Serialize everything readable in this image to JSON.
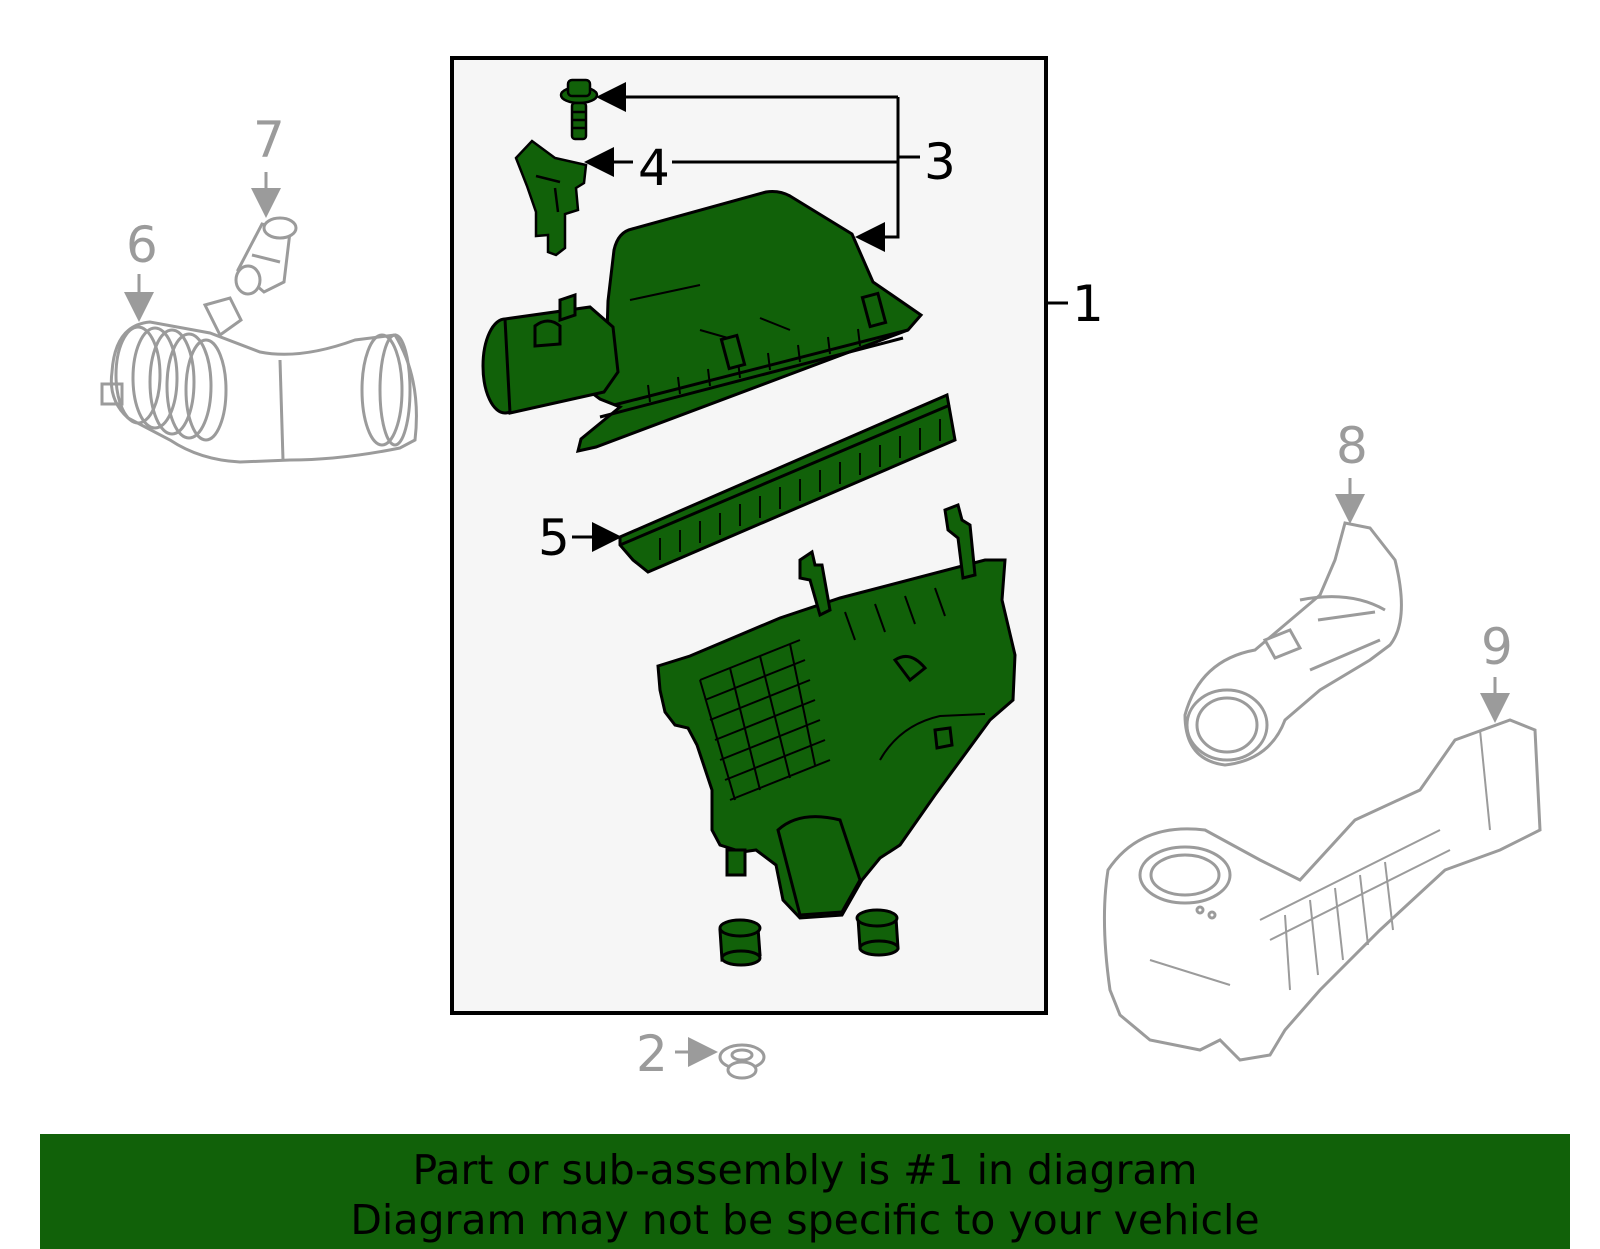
{
  "colors": {
    "highlight": "#116109",
    "outline": "#000000",
    "context_part": "#9b9b9b",
    "assembly_box_fill": "#f6f6f6",
    "banner_background": "#116109",
    "banner_text": "#000000"
  },
  "callouts": {
    "c1": "1",
    "c2": "2",
    "c3": "3",
    "c4": "4",
    "c5": "5",
    "c6": "6",
    "c7": "7",
    "c8": "8",
    "c9": "9"
  },
  "banner": {
    "line1": "Part or sub-assembly is #1 in diagram",
    "line2": "Diagram may not be specific to your vehicle"
  }
}
